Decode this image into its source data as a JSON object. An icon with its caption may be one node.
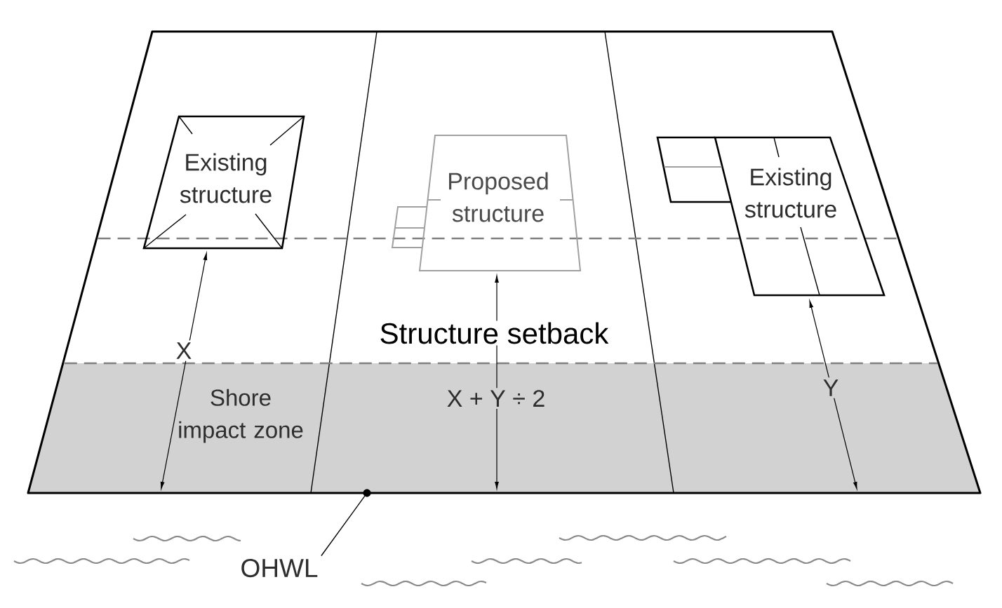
{
  "diagram": {
    "nodes": [
      {
        "text": [
          "Existing structure"
        ]
      },
      {
        "text": [
          "Proposed structure"
        ]
      },
      {
        "text": [
          "Existing structure"
        ]
      },
      {
        "text": [
          "Shore impact zone"
        ]
      },
      {
        "text": [
          "OHWL"
        ]
      },
      {
        "text": [],
        "shape": "circle"
      }
    ],
    "edges": [
      {
        "from": 4,
        "to": 5,
        "arrow": "none"
      }
    ],
    "labels": [
      "Structure setback",
      "X",
      "X + Y ÷ 2",
      "Y"
    ]
  }
}
